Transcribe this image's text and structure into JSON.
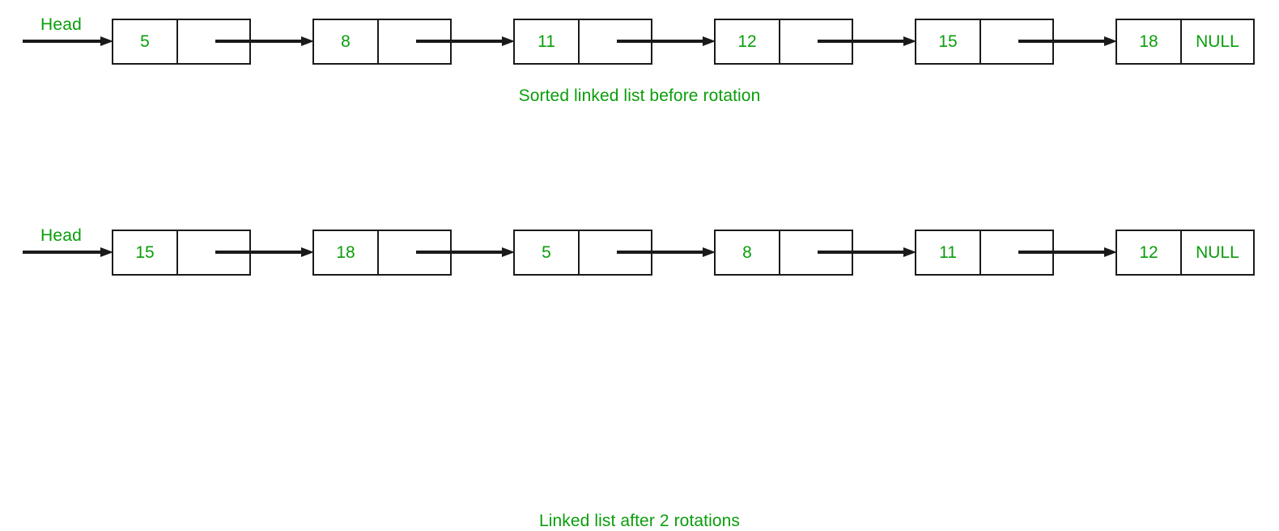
{
  "colors": {
    "accent_green": "#0a9e0a",
    "line_black": "#1a1a1a",
    "background": "#ffffff"
  },
  "diagrams": [
    {
      "head_label": "Head",
      "caption": "Sorted linked list before rotation",
      "nodes": [
        {
          "value": "5",
          "next": ""
        },
        {
          "value": "8",
          "next": ""
        },
        {
          "value": "11",
          "next": ""
        },
        {
          "value": "12",
          "next": ""
        },
        {
          "value": "15",
          "next": ""
        },
        {
          "value": "18",
          "next": "NULL"
        }
      ]
    },
    {
      "head_label": "Head",
      "caption": "Linked list after 2 rotations",
      "nodes": [
        {
          "value": "15",
          "next": ""
        },
        {
          "value": "18",
          "next": ""
        },
        {
          "value": "5",
          "next": ""
        },
        {
          "value": "8",
          "next": ""
        },
        {
          "value": "11",
          "next": ""
        },
        {
          "value": "12",
          "next": "NULL"
        }
      ]
    }
  ]
}
